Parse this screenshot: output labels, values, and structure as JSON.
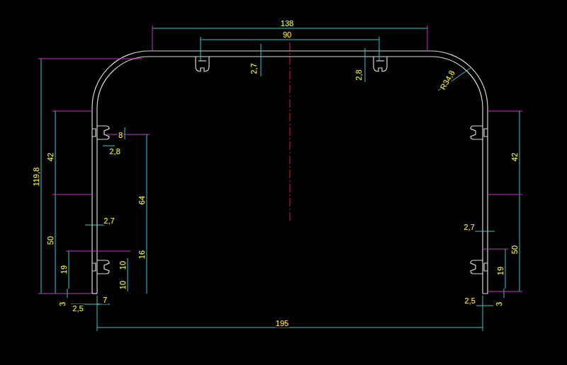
{
  "diagram": {
    "labels": [
      "138",
      "90",
      "2,7",
      "2,8",
      "R34,8",
      "119,8",
      "42",
      "8",
      "2,8",
      "64",
      "2,7",
      "50",
      "16",
      "19",
      "10",
      "10",
      "3",
      "2,5",
      "7",
      "195",
      "42",
      "2,7",
      "50",
      "19",
      "2,5",
      "3"
    ]
  }
}
